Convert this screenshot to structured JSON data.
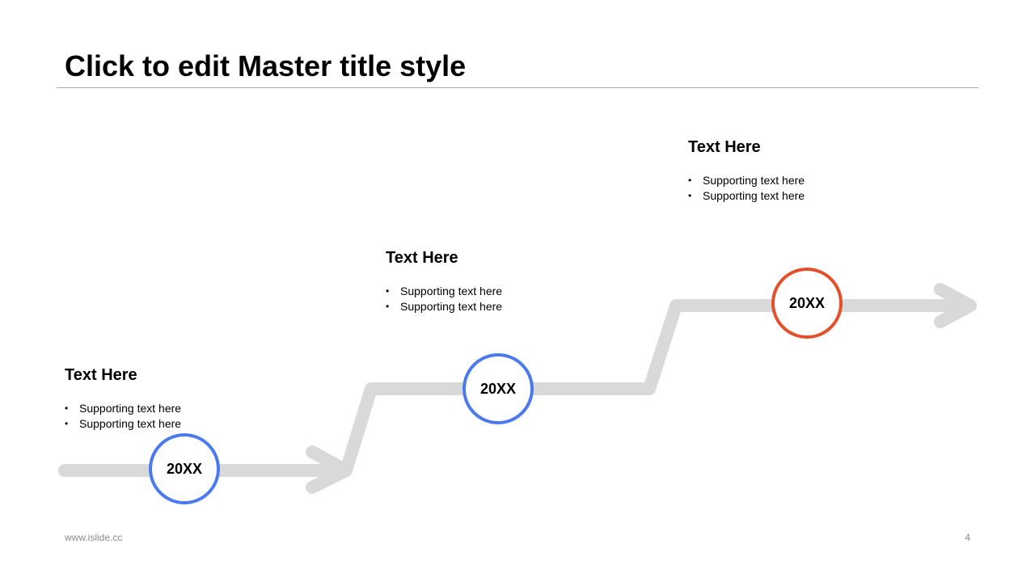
{
  "slide": {
    "title": "Click to edit Master title style"
  },
  "colors": {
    "path": "#d9d9d9",
    "badge_primary": "#4a7aee",
    "badge_accent": "#e2512b"
  },
  "milestones": [
    {
      "year": "20XX",
      "heading": "Text Here",
      "bullets": [
        "Supporting  text here",
        "Supporting  text here"
      ]
    },
    {
      "year": "20XX",
      "heading": "Text Here",
      "bullets": [
        "Supporting  text here",
        "Supporting  text here"
      ]
    },
    {
      "year": "20XX",
      "heading": "Text Here",
      "bullets": [
        "Supporting  text here",
        "Supporting  text here"
      ]
    }
  ],
  "footer": {
    "url": "www.islide.cc",
    "page": "4"
  }
}
